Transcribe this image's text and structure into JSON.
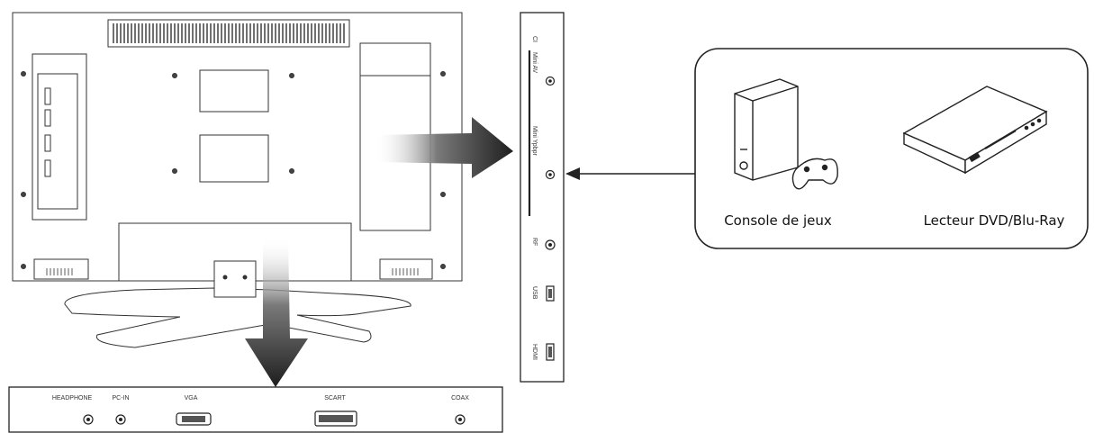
{
  "bottom_panel": {
    "ports": [
      "HEADPHONE",
      "PC-IN",
      "VGA",
      "SCART",
      "COAX"
    ]
  },
  "side_panel": {
    "labels": [
      "CI",
      "Mini AV",
      "Mini Ypbpr",
      "RF",
      "USB",
      "HDMI"
    ]
  },
  "devices": {
    "console_label": "Console de jeux",
    "player_label": "Lecteur DVD/Blu-Ray"
  },
  "colors": {
    "line": "#222222",
    "arrow_dark": "#2a2a2a"
  }
}
